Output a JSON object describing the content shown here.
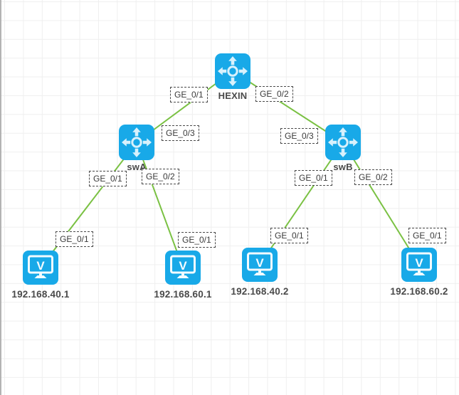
{
  "colors": {
    "device_blue": "#18a9e8",
    "icon_glyph": "#d8f1fc",
    "link_green": "#7ac143",
    "grid_line": "#efefef",
    "label_text": "#4a4a4a"
  },
  "devices": [
    {
      "label": "HEXIN",
      "type": "switch"
    },
    {
      "label": "swA",
      "type": "switch"
    },
    {
      "label": "swB",
      "type": "switch"
    },
    {
      "label": "192.168.40.1",
      "type": "pc"
    },
    {
      "label": "192.168.60.1",
      "type": "pc"
    },
    {
      "label": "192.168.40.2",
      "type": "pc"
    },
    {
      "label": "192.168.60.2",
      "type": "pc"
    }
  ],
  "port_labels": [
    {
      "device": "HEXIN",
      "text": "GE_0/1"
    },
    {
      "device": "HEXIN",
      "text": "GE_0/2"
    },
    {
      "device": "swA",
      "text": "GE_0/3"
    },
    {
      "device": "swA",
      "text": "GE_0/1"
    },
    {
      "device": "swA",
      "text": "GE_0/2"
    },
    {
      "device": "swB",
      "text": "GE_0/3"
    },
    {
      "device": "swB",
      "text": "GE_0/1"
    },
    {
      "device": "swB",
      "text": "GE_0/2"
    },
    {
      "device": "192.168.40.1",
      "text": "GE_0/1"
    },
    {
      "device": "192.168.60.1",
      "text": "GE_0/1"
    },
    {
      "device": "192.168.40.2",
      "text": "GE_0/1"
    },
    {
      "device": "192.168.60.2",
      "text": "GE_0/1"
    }
  ],
  "links": [
    {
      "from": "HEXIN",
      "from_port": "GE_0/1",
      "to": "swA",
      "to_port": "GE_0/3"
    },
    {
      "from": "HEXIN",
      "from_port": "GE_0/2",
      "to": "swB",
      "to_port": "GE_0/3"
    },
    {
      "from": "swA",
      "from_port": "GE_0/1",
      "to": "192.168.40.1",
      "to_port": "GE_0/1"
    },
    {
      "from": "swA",
      "from_port": "GE_0/2",
      "to": "192.168.60.1",
      "to_port": "GE_0/1"
    },
    {
      "from": "swB",
      "from_port": "GE_0/1",
      "to": "192.168.40.2",
      "to_port": "GE_0/1"
    },
    {
      "from": "swB",
      "from_port": "GE_0/2",
      "to": "192.168.60.2",
      "to_port": "GE_0/1"
    }
  ]
}
